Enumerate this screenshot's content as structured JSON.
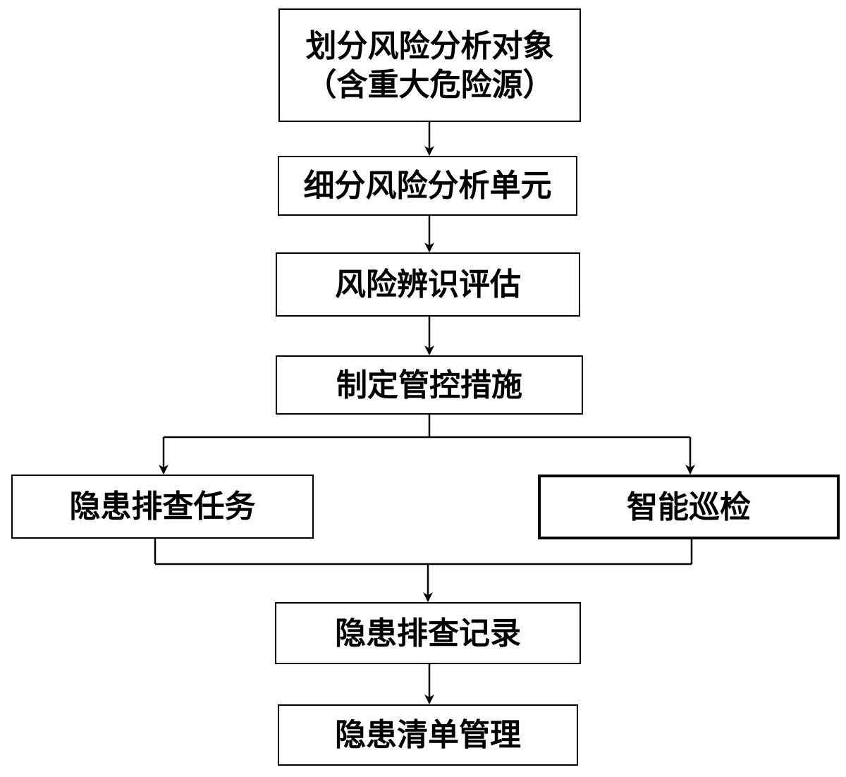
{
  "flowchart": {
    "nodes": {
      "divide_objects": {
        "line1": "划分风险分析对象",
        "line2": "（含重大危险源）"
      },
      "subdivide_units": "细分风险分析单元",
      "risk_assessment": "风险辨识评估",
      "control_measures": "制定管控措施",
      "hazard_tasks": "隐患排查任务",
      "smart_inspection": "智能巡检",
      "hazard_records": "隐患排查记录",
      "hazard_list": "隐患清单管理"
    },
    "edges": [
      {
        "from": "divide_objects",
        "to": "subdivide_units"
      },
      {
        "from": "subdivide_units",
        "to": "risk_assessment"
      },
      {
        "from": "risk_assessment",
        "to": "control_measures"
      },
      {
        "from": "control_measures",
        "to": "hazard_tasks"
      },
      {
        "from": "control_measures",
        "to": "smart_inspection"
      },
      {
        "from": "hazard_tasks",
        "to": "hazard_records"
      },
      {
        "from": "smart_inspection",
        "to": "hazard_records"
      },
      {
        "from": "hazard_records",
        "to": "hazard_list"
      }
    ]
  }
}
